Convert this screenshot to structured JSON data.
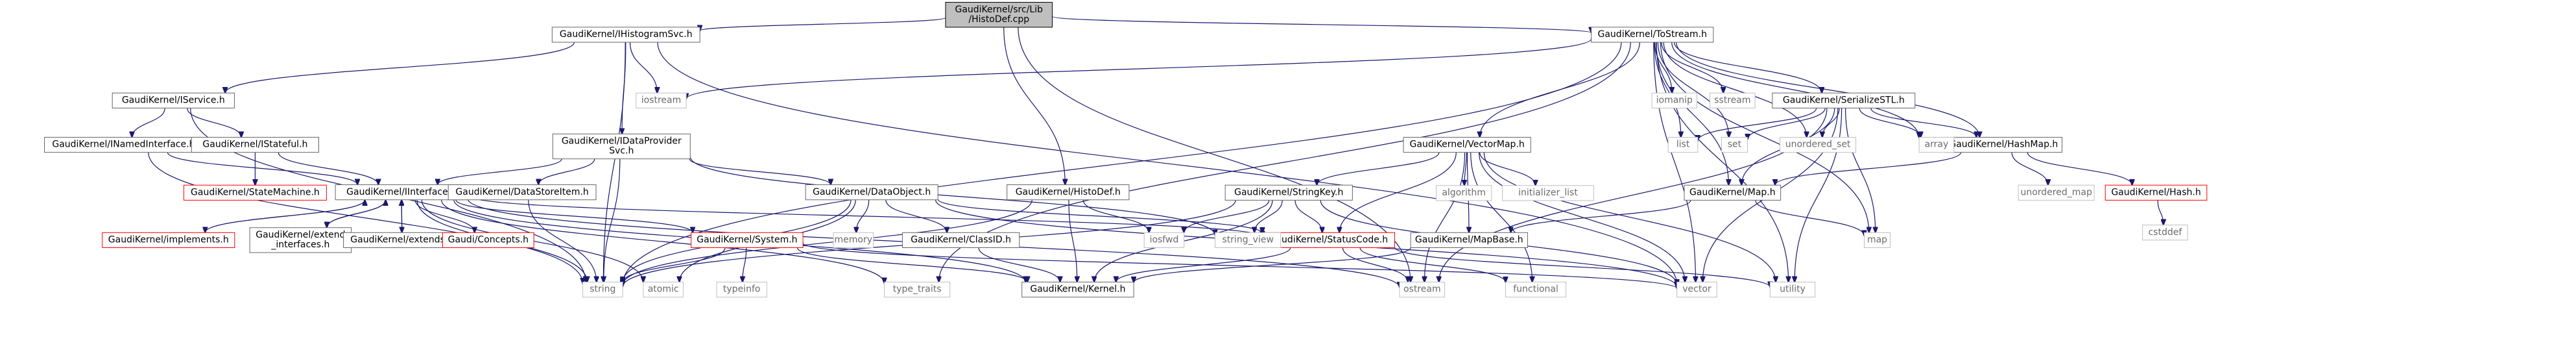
{
  "title": "GaudiKernel/src/Lib/HistoDef.cpp",
  "colors": {
    "edge": "#191970",
    "node_border": "#666666",
    "node_fill": "#ffffff",
    "root_fill": "#bfbfbf",
    "root_border": "#000000",
    "system_border": "#bfbfbf",
    "system_text": "#6b6b6b",
    "truncated_border": "#ff0000"
  },
  "nodes": {
    "root": {
      "lines": [
        "GaudiKernel/src/Lib",
        "/HistoDef.cpp"
      ],
      "kind": "root"
    },
    "ihistsvc": {
      "lines": [
        "GaudiKernel/IHistogramSvc.h"
      ],
      "kind": "file"
    },
    "tostream": {
      "lines": [
        "GaudiKernel/ToStream.h"
      ],
      "kind": "file"
    },
    "iservice": {
      "lines": [
        "GaudiKernel/IService.h"
      ],
      "kind": "file"
    },
    "inamed": {
      "lines": [
        "GaudiKernel/INamedInterface.h"
      ],
      "kind": "file"
    },
    "istateful": {
      "lines": [
        "GaudiKernel/IStateful.h"
      ],
      "kind": "file"
    },
    "statemachine": {
      "lines": [
        "GaudiKernel/StateMachine.h"
      ],
      "kind": "truncated"
    },
    "idataprov": {
      "lines": [
        "GaudiKernel/IDataProvider",
        "Svc.h"
      ],
      "kind": "file"
    },
    "iinterface": {
      "lines": [
        "GaudiKernel/IInterface.h"
      ],
      "kind": "file"
    },
    "datastoreitem": {
      "lines": [
        "GaudiKernel/DataStoreItem.h"
      ],
      "kind": "file"
    },
    "dataobject": {
      "lines": [
        "GaudiKernel/DataObject.h"
      ],
      "kind": "file"
    },
    "histodef": {
      "lines": [
        "GaudiKernel/HistoDef.h"
      ],
      "kind": "file"
    },
    "serializestl": {
      "lines": [
        "GaudiKernel/SerializeSTL.h"
      ],
      "kind": "file"
    },
    "vectormap": {
      "lines": [
        "GaudiKernel/VectorMap.h"
      ],
      "kind": "file"
    },
    "hashmap": {
      "lines": [
        "GaudiKernel/HashMap.h"
      ],
      "kind": "file"
    },
    "stringkey": {
      "lines": [
        "GaudiKernel/StringKey.h"
      ],
      "kind": "file"
    },
    "gkmap": {
      "lines": [
        "GaudiKernel/Map.h"
      ],
      "kind": "file"
    },
    "hash": {
      "lines": [
        "GaudiKernel/Hash.h"
      ],
      "kind": "truncated"
    },
    "implements": {
      "lines": [
        "GaudiKernel/implements.h"
      ],
      "kind": "truncated"
    },
    "extendif": {
      "lines": [
        "GaudiKernel/extend",
        "_interfaces.h"
      ],
      "kind": "file"
    },
    "extends": {
      "lines": [
        "GaudiKernel/extends.h"
      ],
      "kind": "file"
    },
    "concepts": {
      "lines": [
        "Gaudi/Concepts.h"
      ],
      "kind": "truncated"
    },
    "system": {
      "lines": [
        "GaudiKernel/System.h"
      ],
      "kind": "truncated"
    },
    "classid": {
      "lines": [
        "GaudiKernel/ClassID.h"
      ],
      "kind": "file"
    },
    "statuscode": {
      "lines": [
        "GaudiKernel/StatusCode.h"
      ],
      "kind": "truncated"
    },
    "mapbase": {
      "lines": [
        "GaudiKernel/MapBase.h"
      ],
      "kind": "file"
    },
    "kernel": {
      "lines": [
        "GaudiKernel/Kernel.h"
      ],
      "kind": "file"
    },
    "iostream": {
      "lines": [
        "iostream"
      ],
      "kind": "system"
    },
    "iomanip": {
      "lines": [
        "iomanip"
      ],
      "kind": "system"
    },
    "sstream": {
      "lines": [
        "sstream"
      ],
      "kind": "system"
    },
    "list": {
      "lines": [
        "list"
      ],
      "kind": "system"
    },
    "set": {
      "lines": [
        "set"
      ],
      "kind": "system"
    },
    "unordered_set": {
      "lines": [
        "unordered_set"
      ],
      "kind": "system"
    },
    "array": {
      "lines": [
        "array"
      ],
      "kind": "system"
    },
    "unordered_map": {
      "lines": [
        "unordered_map"
      ],
      "kind": "system"
    },
    "cstddef": {
      "lines": [
        "cstddef"
      ],
      "kind": "system"
    },
    "memory": {
      "lines": [
        "memory"
      ],
      "kind": "system"
    },
    "algorithm": {
      "lines": [
        "algorithm"
      ],
      "kind": "system"
    },
    "initializer_list": {
      "lines": [
        "initializer_list"
      ],
      "kind": "system"
    },
    "iosfwd": {
      "lines": [
        "iosfwd"
      ],
      "kind": "system"
    },
    "string_view": {
      "lines": [
        "string_view"
      ],
      "kind": "system"
    },
    "map": {
      "lines": [
        "map"
      ],
      "kind": "system"
    },
    "string": {
      "lines": [
        "string"
      ],
      "kind": "system"
    },
    "atomic": {
      "lines": [
        "atomic"
      ],
      "kind": "system"
    },
    "typeinfo": {
      "lines": [
        "typeinfo"
      ],
      "kind": "system"
    },
    "type_traits": {
      "lines": [
        "type_traits"
      ],
      "kind": "system"
    },
    "ostream": {
      "lines": [
        "ostream"
      ],
      "kind": "system"
    },
    "functional": {
      "lines": [
        "functional"
      ],
      "kind": "system"
    },
    "vector": {
      "lines": [
        "vector"
      ],
      "kind": "system"
    },
    "utility": {
      "lines": [
        "utility"
      ],
      "kind": "system"
    }
  },
  "edges": [
    [
      "root",
      "ihistsvc"
    ],
    [
      "root",
      "tostream"
    ],
    [
      "root",
      "histodef"
    ],
    [
      "root",
      "ostream"
    ],
    [
      "ihistsvc",
      "iservice"
    ],
    [
      "ihistsvc",
      "idataprov"
    ],
    [
      "ihistsvc",
      "iostream"
    ],
    [
      "ihistsvc",
      "string"
    ],
    [
      "ihistsvc",
      "vector"
    ],
    [
      "iservice",
      "inamed"
    ],
    [
      "iservice",
      "istateful"
    ],
    [
      "iservice",
      "string"
    ],
    [
      "inamed",
      "iinterface"
    ],
    [
      "inamed",
      "string"
    ],
    [
      "istateful",
      "iinterface"
    ],
    [
      "istateful",
      "statemachine"
    ],
    [
      "idataprov",
      "iinterface"
    ],
    [
      "idataprov",
      "datastoreitem"
    ],
    [
      "idataprov",
      "dataobject"
    ],
    [
      "idataprov",
      "string"
    ],
    [
      "idataprov",
      "string_view"
    ],
    [
      "iinterface",
      "implements"
    ],
    [
      "iinterface",
      "extendif"
    ],
    [
      "iinterface",
      "extends"
    ],
    [
      "iinterface",
      "concepts"
    ],
    [
      "iinterface",
      "system"
    ],
    [
      "iinterface",
      "statuscode"
    ],
    [
      "iinterface",
      "kernel"
    ],
    [
      "iinterface",
      "string"
    ],
    [
      "iinterface",
      "atomic"
    ],
    [
      "iinterface",
      "type_traits"
    ],
    [
      "iinterface",
      "ostream"
    ],
    [
      "implements",
      "iinterface"
    ],
    [
      "extendif",
      "iinterface"
    ],
    [
      "extends",
      "iinterface"
    ],
    [
      "datastoreitem",
      "string"
    ],
    [
      "dataobject",
      "classid"
    ],
    [
      "dataobject",
      "statuscode"
    ],
    [
      "dataobject",
      "memory"
    ],
    [
      "dataobject",
      "string"
    ],
    [
      "dataobject",
      "vector"
    ],
    [
      "dataobject",
      "atomic"
    ],
    [
      "classid",
      "kernel"
    ],
    [
      "system",
      "kernel"
    ],
    [
      "system",
      "string"
    ],
    [
      "system",
      "typeinfo"
    ],
    [
      "system",
      "vector"
    ],
    [
      "histodef",
      "iosfwd"
    ],
    [
      "histodef",
      "kernel"
    ],
    [
      "histodef",
      "string"
    ],
    [
      "tostream",
      "serializestl"
    ],
    [
      "tostream",
      "vectormap"
    ],
    [
      "tostream",
      "hashmap"
    ],
    [
      "tostream",
      "gkmap"
    ],
    [
      "tostream",
      "iomanip"
    ],
    [
      "tostream",
      "sstream"
    ],
    [
      "tostream",
      "list"
    ],
    [
      "tostream",
      "set"
    ],
    [
      "tostream",
      "unordered_set"
    ],
    [
      "tostream",
      "array"
    ],
    [
      "tostream",
      "map"
    ],
    [
      "tostream",
      "string"
    ],
    [
      "tostream",
      "iostream"
    ],
    [
      "tostream",
      "utility"
    ],
    [
      "tostream",
      "vector"
    ],
    [
      "tostream",
      "type_traits"
    ],
    [
      "serializestl",
      "gkmap"
    ],
    [
      "serializestl",
      "hashmap"
    ],
    [
      "serializestl",
      "list"
    ],
    [
      "serializestl",
      "set"
    ],
    [
      "serializestl",
      "unordered_set"
    ],
    [
      "serializestl",
      "array"
    ],
    [
      "serializestl",
      "map"
    ],
    [
      "serializestl",
      "vector"
    ],
    [
      "serializestl",
      "utility"
    ],
    [
      "serializestl",
      "ostream"
    ],
    [
      "vectormap",
      "stringkey"
    ],
    [
      "vectormap",
      "statuscode"
    ],
    [
      "vectormap",
      "mapbase"
    ],
    [
      "vectormap",
      "algorithm"
    ],
    [
      "vectormap",
      "initializer_list"
    ],
    [
      "vectormap",
      "functional"
    ],
    [
      "vectormap",
      "vector"
    ],
    [
      "vectormap",
      "utility"
    ],
    [
      "vectormap",
      "ostream"
    ],
    [
      "hashmap",
      "gkmap"
    ],
    [
      "hashmap",
      "hash"
    ],
    [
      "hashmap",
      "unordered_map"
    ],
    [
      "hash",
      "cstddef"
    ],
    [
      "gkmap",
      "mapbase"
    ],
    [
      "gkmap",
      "map"
    ],
    [
      "mapbase",
      "kernel"
    ],
    [
      "stringkey",
      "statuscode"
    ],
    [
      "stringkey",
      "kernel"
    ],
    [
      "stringkey",
      "iosfwd"
    ],
    [
      "stringkey",
      "string_view"
    ],
    [
      "stringkey",
      "string"
    ],
    [
      "stringkey",
      "vector"
    ],
    [
      "statuscode",
      "kernel"
    ],
    [
      "statuscode",
      "ostream"
    ],
    [
      "statuscode",
      "functional"
    ],
    [
      "statuscode",
      "utility"
    ]
  ]
}
